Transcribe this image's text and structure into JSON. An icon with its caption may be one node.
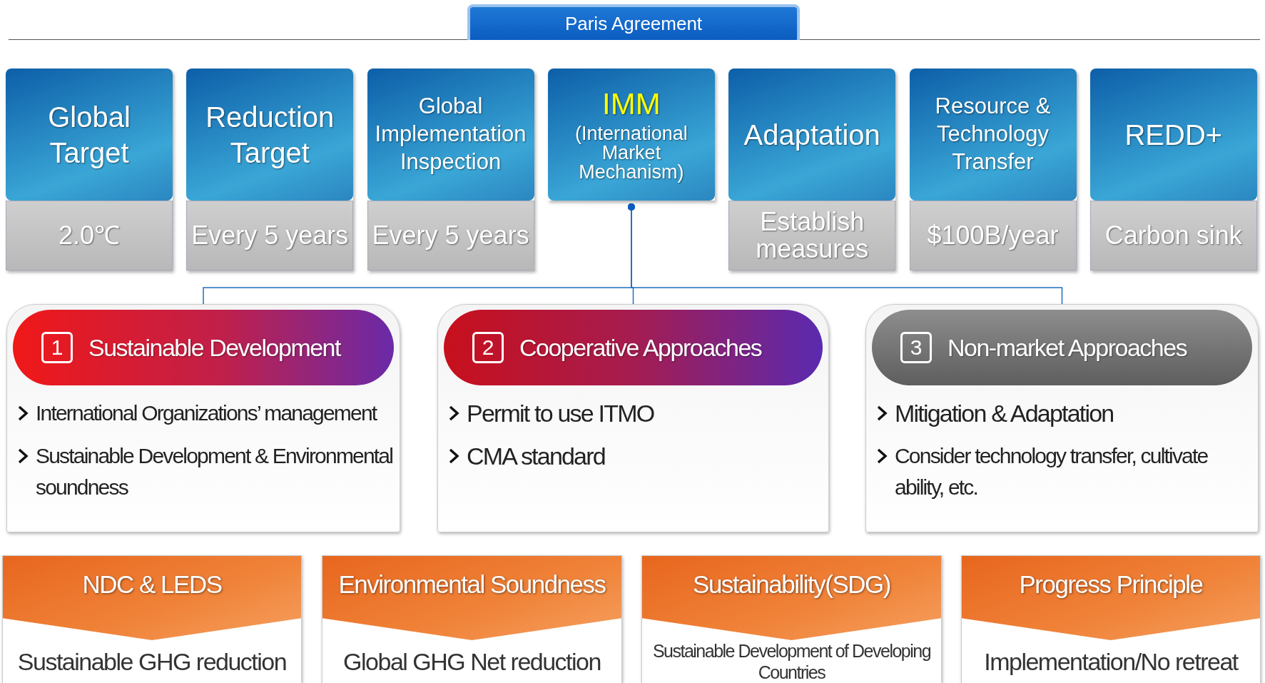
{
  "diagram": {
    "title": "Paris Agreement",
    "nodes": [
      {
        "text": [
          "Global Target",
          "2.0℃"
        ]
      },
      {
        "text": [
          "Reduction Target",
          "Every 5 years"
        ]
      },
      {
        "text": [
          "Global Implementation Inspection",
          "Every 5 years"
        ]
      },
      {
        "text": [
          "IMM",
          "(International Market Mechanism)"
        ]
      },
      {
        "text": [
          "Adaptation",
          "Establish measures"
        ]
      },
      {
        "text": [
          "Resource & Technology Transfer",
          "$100B/year"
        ]
      },
      {
        "text": [
          "REDD+",
          "Carbon sink"
        ]
      },
      {
        "text": [
          "1",
          "Sustainable Development",
          "International Organizations’ management",
          "Sustainable Development & Environmental soundness"
        ]
      },
      {
        "text": [
          "2",
          "Cooperative Approaches",
          "Permit to use ITMO",
          "CMA standard"
        ]
      },
      {
        "text": [
          "3",
          "Non-market Approaches",
          "Mitigation & Adaptation",
          "Consider technology transfer, cultivate ability, etc."
        ]
      },
      {
        "text": [
          "NDC & LEDS",
          "Sustainable GHG reduction"
        ]
      },
      {
        "text": [
          "Environmental Soundness",
          "Global GHG Net reduction"
        ]
      },
      {
        "text": [
          "Sustainability(SDG)",
          "Sustainable Development of Developing Countries"
        ]
      },
      {
        "text": [
          "Progress Principle",
          "Implementation/No retreat"
        ]
      }
    ],
    "edges": [
      {
        "from": 3,
        "to": 7,
        "arrow": "other"
      },
      {
        "from": 3,
        "to": 8,
        "arrow": "other"
      },
      {
        "from": 3,
        "to": 9,
        "arrow": "other"
      }
    ]
  }
}
